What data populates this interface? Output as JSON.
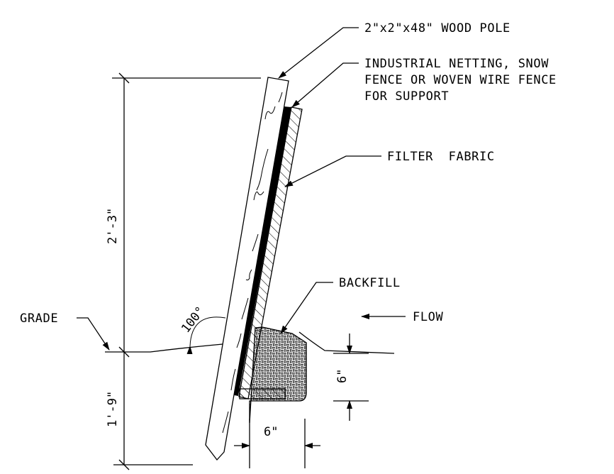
{
  "labels": {
    "wood_pole": "2\"x2\"x48\" WOOD POLE",
    "netting_line1": "INDUSTRIAL NETTING, SNOW",
    "netting_line2": "FENCE OR WOVEN WIRE FENCE",
    "netting_line3": "FOR SUPPORT",
    "filter_fabric": "FILTER  FABRIC",
    "backfill": "BACKFILL",
    "flow": "FLOW",
    "grade": "GRADE"
  },
  "dimensions": {
    "above_grade": "2'-3\"",
    "below_grade": "1'-9\"",
    "angle": "100°",
    "trench_depth": "6\"",
    "trench_width": "6\""
  },
  "colors": {
    "line": "#000000",
    "background": "#ffffff"
  }
}
